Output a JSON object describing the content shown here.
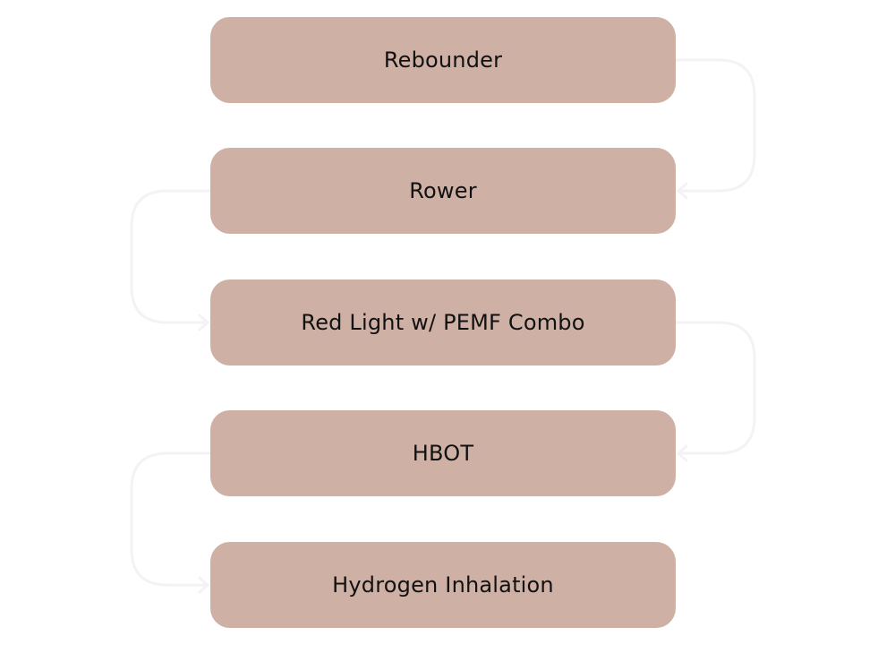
{
  "diagram": {
    "type": "flowchart",
    "direction": "top-to-bottom",
    "node_color": "#cfb0a5",
    "connector_color": "#f3f3f3",
    "text_color": "#111111",
    "nodes": [
      {
        "id": "n1",
        "label": "Rebounder"
      },
      {
        "id": "n2",
        "label": "Rower"
      },
      {
        "id": "n3",
        "label": "Red Light w/ PEMF Combo"
      },
      {
        "id": "n4",
        "label": "HBOT"
      },
      {
        "id": "n5",
        "label": "Hydrogen Inhalation"
      }
    ],
    "edges": [
      {
        "from": "n1",
        "to": "n2",
        "side": "right"
      },
      {
        "from": "n2",
        "to": "n3",
        "side": "left"
      },
      {
        "from": "n3",
        "to": "n4",
        "side": "right"
      },
      {
        "from": "n4",
        "to": "n5",
        "side": "left"
      }
    ]
  }
}
